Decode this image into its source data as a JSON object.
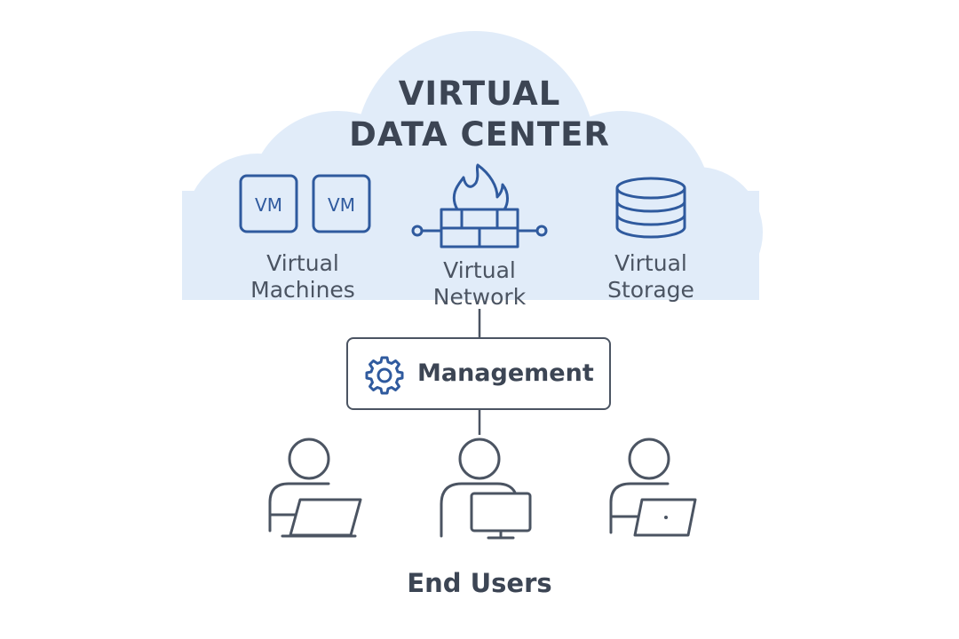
{
  "colors": {
    "cloud_fill": "#e1ecf9",
    "icon_blue": "#2f5a9e",
    "line_dark": "#4b5462",
    "text_dark": "#3c4554"
  },
  "cloud": {
    "title_line1": "VIRTUAL",
    "title_line2": "DATA CENTER"
  },
  "components": {
    "machines": {
      "icon": "vm-icon",
      "vm_label_1": "VM",
      "vm_label_2": "VM",
      "line1": "Virtual",
      "line2": "Machines"
    },
    "network": {
      "icon": "firewall-icon",
      "line1": "Virtual",
      "line2": "Network"
    },
    "storage": {
      "icon": "database-icon",
      "line1": "Virtual",
      "line2": "Storage"
    }
  },
  "management": {
    "icon": "gear-icon",
    "label": "Management"
  },
  "end_users": {
    "label": "End Users",
    "users": [
      {
        "icon": "user-laptop-icon"
      },
      {
        "icon": "user-desktop-icon"
      },
      {
        "icon": "user-laptop-icon"
      }
    ]
  }
}
